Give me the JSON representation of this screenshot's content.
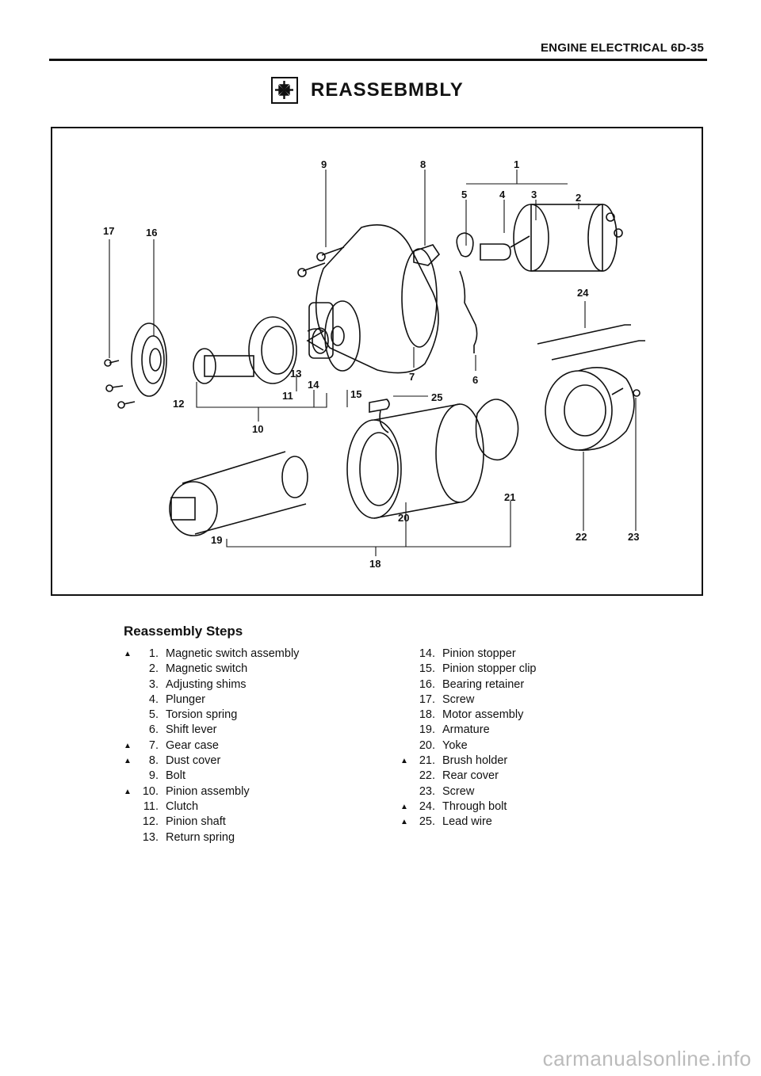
{
  "header": {
    "section": "ENGINE ELECTRICAL 6D-35"
  },
  "title": {
    "text": "REASSEBMBLY",
    "icon": "reassembly-arrows-icon"
  },
  "diagram": {
    "callouts": [
      "1",
      "2",
      "3",
      "4",
      "5",
      "6",
      "7",
      "8",
      "9",
      "10",
      "11",
      "12",
      "13",
      "14",
      "15",
      "16",
      "17",
      "18",
      "19",
      "20",
      "21",
      "22",
      "23",
      "24",
      "25"
    ]
  },
  "steps": {
    "heading": "Reassembly Steps",
    "marker": "▲",
    "left": [
      {
        "num": "1.",
        "label": "Magnetic switch assembly",
        "marked": true
      },
      {
        "num": "2.",
        "label": "Magnetic switch",
        "marked": false
      },
      {
        "num": "3.",
        "label": "Adjusting shims",
        "marked": false
      },
      {
        "num": "4.",
        "label": "Plunger",
        "marked": false
      },
      {
        "num": "5.",
        "label": "Torsion spring",
        "marked": false
      },
      {
        "num": "6.",
        "label": "Shift lever",
        "marked": false
      },
      {
        "num": "7.",
        "label": "Gear case",
        "marked": true
      },
      {
        "num": "8.",
        "label": "Dust cover",
        "marked": true
      },
      {
        "num": "9.",
        "label": "Bolt",
        "marked": false
      },
      {
        "num": "10.",
        "label": "Pinion assembly",
        "marked": true
      },
      {
        "num": "11.",
        "label": "Clutch",
        "marked": false
      },
      {
        "num": "12.",
        "label": "Pinion shaft",
        "marked": false
      },
      {
        "num": "13.",
        "label": "Return spring",
        "marked": false
      }
    ],
    "right": [
      {
        "num": "14.",
        "label": "Pinion stopper",
        "marked": false
      },
      {
        "num": "15.",
        "label": "Pinion stopper clip",
        "marked": false
      },
      {
        "num": "16.",
        "label": "Bearing retainer",
        "marked": false
      },
      {
        "num": "17.",
        "label": "Screw",
        "marked": false
      },
      {
        "num": "18.",
        "label": "Motor assembly",
        "marked": false
      },
      {
        "num": "19.",
        "label": "Armature",
        "marked": false
      },
      {
        "num": "20.",
        "label": "Yoke",
        "marked": false
      },
      {
        "num": "21.",
        "label": "Brush holder",
        "marked": true
      },
      {
        "num": "22.",
        "label": "Rear cover",
        "marked": false
      },
      {
        "num": "23.",
        "label": "Screw",
        "marked": false
      },
      {
        "num": "24.",
        "label": "Through bolt",
        "marked": true
      },
      {
        "num": "25.",
        "label": "Lead wire",
        "marked": true
      }
    ]
  },
  "watermark": "carmanualsonline.info"
}
